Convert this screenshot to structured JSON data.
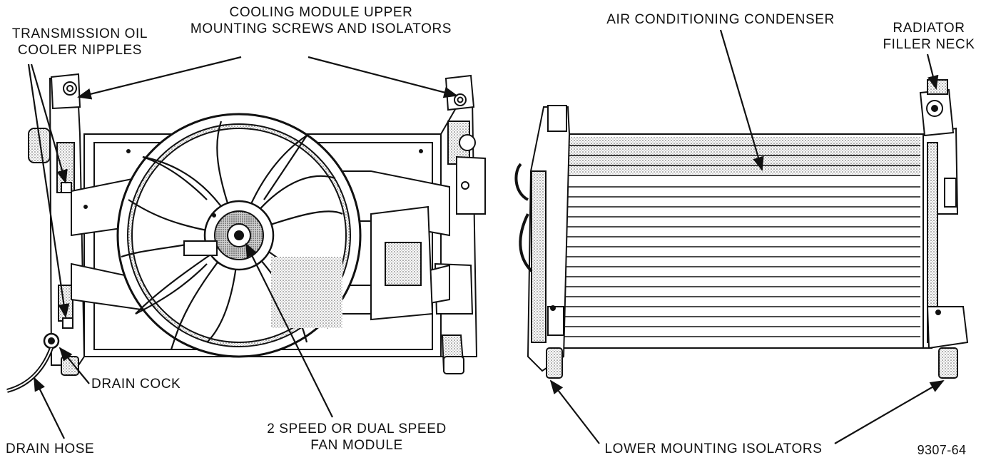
{
  "labels": {
    "cooling_module_upper": {
      "line1": "COOLING MODULE UPPER",
      "line2": "MOUNTING SCREWS AND ISOLATORS"
    },
    "transmission_oil_cooler": {
      "line1": "TRANSMISSION OIL",
      "line2": "COOLER NIPPLES"
    },
    "air_conditioning_condenser": "AIR CONDITIONING CONDENSER",
    "radiator_filler_neck": {
      "line1": "RADIATOR",
      "line2": "FILLER NECK"
    },
    "drain_cock": "DRAIN COCK",
    "drain_hose": "DRAIN HOSE",
    "fan_module": {
      "line1": "2 SPEED OR DUAL SPEED",
      "line2": "FAN MODULE"
    },
    "lower_mounting_isolators": "LOWER MOUNTING ISOLATORS"
  },
  "figure_number": "9307-64"
}
